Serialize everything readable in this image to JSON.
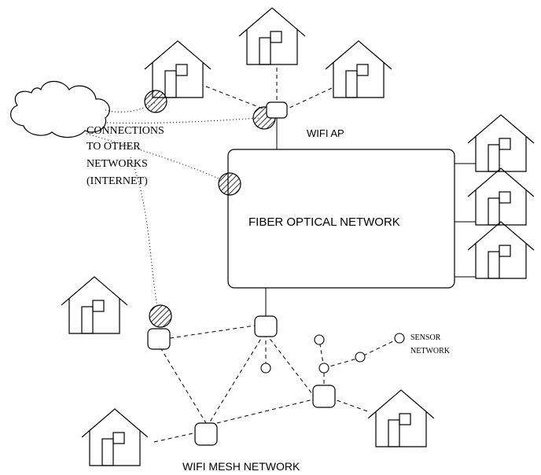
{
  "labels": {
    "cloud_line1": "CONNECTIONS",
    "cloud_line2": "TO OTHER",
    "cloud_line3": "NETWORKS",
    "cloud_line4": "(INTERNET)",
    "wifi_ap": "WIFI AP",
    "fiber_network": "FIBER OPTICAL NETWORK",
    "sensor_line1": "SENSOR",
    "sensor_line2": "NETWORK",
    "wifi_mesh": "WIFI MESH NETWORK"
  }
}
